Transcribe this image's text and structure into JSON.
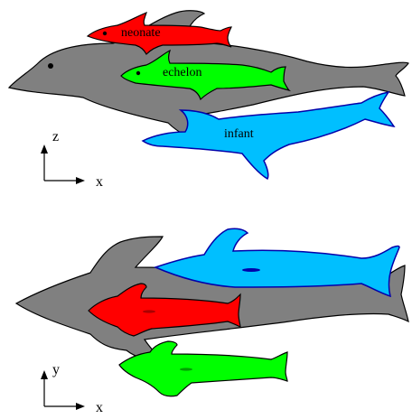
{
  "side_view": {
    "labels": {
      "neonate": "neonate",
      "echelon": "echelon",
      "infant": "infant"
    },
    "axes": {
      "vertical": "z",
      "horizontal": "x"
    }
  },
  "top_view": {
    "axes": {
      "vertical": "y",
      "horizontal": "x"
    }
  },
  "colors": {
    "mother": "#808080",
    "neonate": "#ff0000",
    "echelon": "#00ff00",
    "infant": "#00bfff",
    "infant_outline": "#0000aa",
    "outline": "#000000"
  }
}
